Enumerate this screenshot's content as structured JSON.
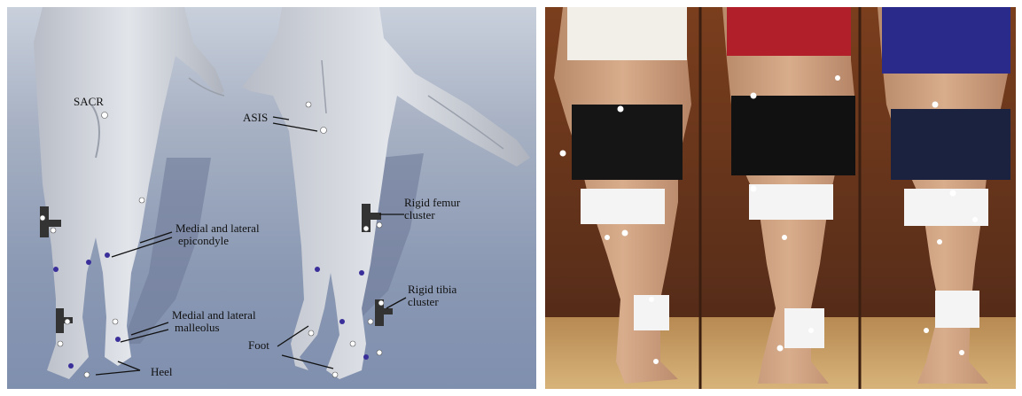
{
  "figure": {
    "labels": {
      "sacr": "SACR",
      "asis": "ASIS",
      "epicondyle_line1": "Medial and lateral",
      "epicondyle_line2": "epicondyle",
      "malleolus_line1": "Medial and lateral",
      "malleolus_line2": "malleolus",
      "heel": "Heel",
      "rigid_femur_line1": "Rigid femur",
      "rigid_femur_line2": "cluster",
      "rigid_tibia_line1": "Rigid tibia",
      "rigid_tibia_line2": "cluster",
      "foot": "Foot"
    },
    "colors": {
      "background_gradient_top": "#c9d0dc",
      "background_gradient_bottom": "#7f8fae",
      "model_skin": "#d4d8e0",
      "marker_white": "#ffffff",
      "marker_blue": "#3a2f9a",
      "photo_wall": "#6b3a22",
      "photo_floor": "#c9a46a"
    }
  }
}
